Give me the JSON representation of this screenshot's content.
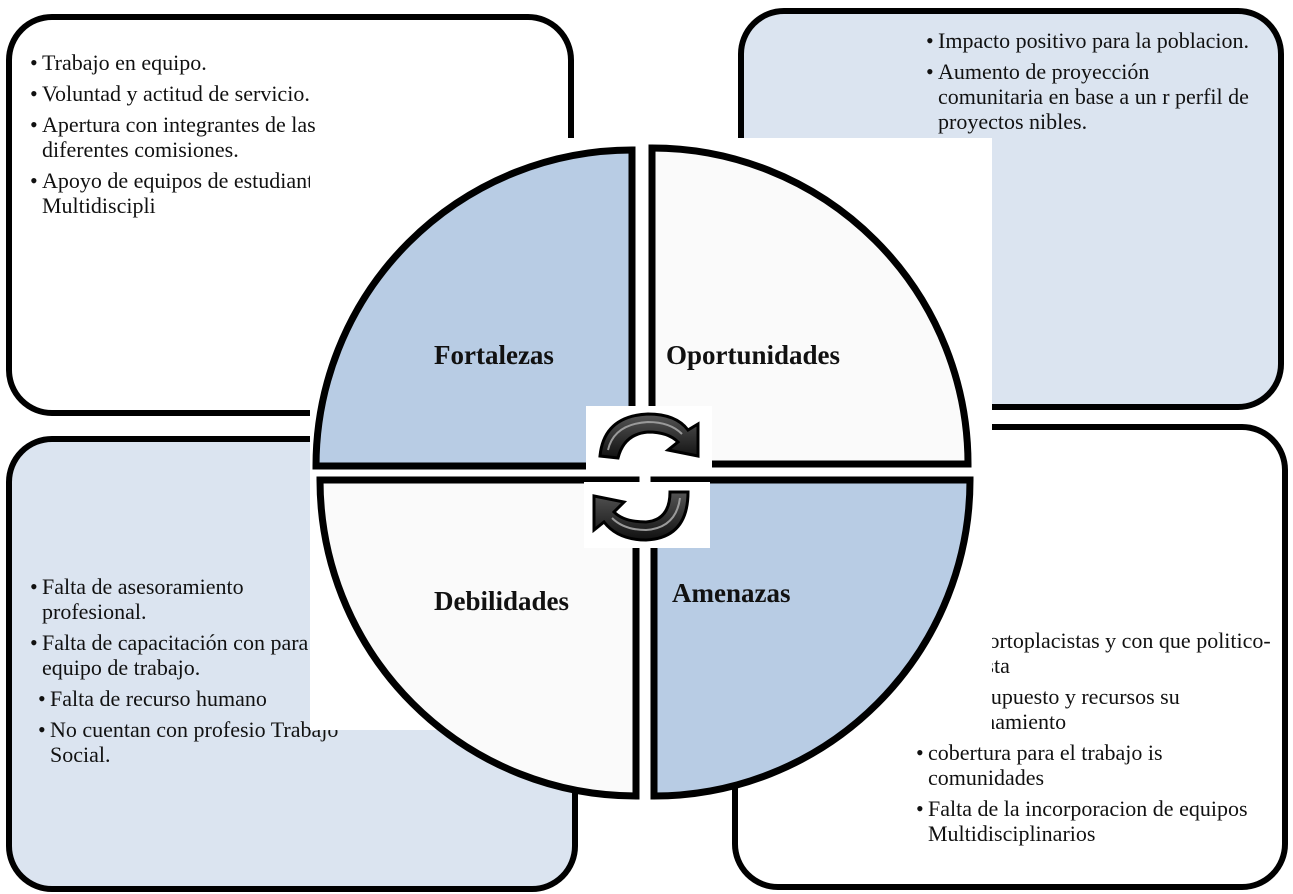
{
  "fortalezas": {
    "title": "Fortalezas",
    "items": [
      "Trabajo en equipo.",
      "Voluntad y actitud de servicio.",
      "Apertura con integrantes de las diferentes comisiones.",
      "Apoyo de equipos de estudiantes  Multidiscipli"
    ]
  },
  "oportunidades": {
    "title": "Oportunidades",
    "items": [
      "Impacto positivo para la poblacion.",
      "Aumento de proyección comunitaria en base a un r perfil de proyectos nibles."
    ]
  },
  "debilidades": {
    "title": "Debilidades",
    "items": [
      "Falta de asesoramiento profesional.",
      "Falta de capacitación con para el equipo de trabajo.",
      "Falta de recurso humano",
      "No cuentan con profesio Trabajo Social."
    ]
  },
  "amenazas": {
    "title": "Amenazas",
    "items": [
      "ectos cortoplacistas y con que politico-partidista",
      "de presupuesto y recursos su funcionamiento",
      "cobertura para el trabajo is comunidades",
      "Falta de la incorporacion de equipos Multidisciplinarios"
    ]
  },
  "colors": {
    "light_blue_fill": "#b8cce4",
    "pale_blue_fill": "#dbe4f0",
    "white_fill": "#fafafa",
    "outline": "#000000"
  },
  "icons": [
    "clockwise-arrow-icon",
    "counterclockwise-arrow-icon"
  ]
}
